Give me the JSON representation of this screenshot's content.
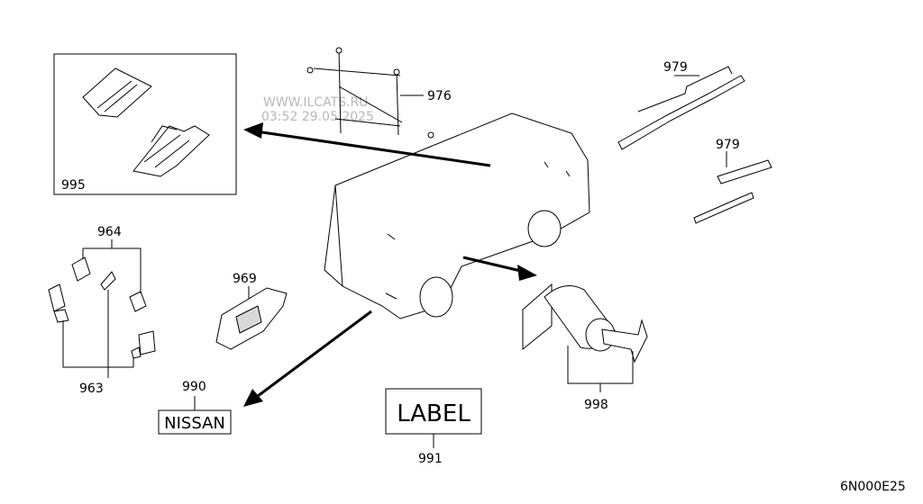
{
  "watermark": {
    "site": "WWW.ILCATS.RU",
    "timestamp": "03:52 29.05.2025"
  },
  "callouts": {
    "c995": "995",
    "c976": "976",
    "c979a": "979",
    "c979b": "979",
    "c964": "964",
    "c969": "969",
    "c963": "963",
    "c990": "990",
    "c991": "991",
    "c998": "998"
  },
  "plates": {
    "nissan": "NISSAN",
    "label": "LABEL"
  },
  "diagram_code": "6N000E25"
}
